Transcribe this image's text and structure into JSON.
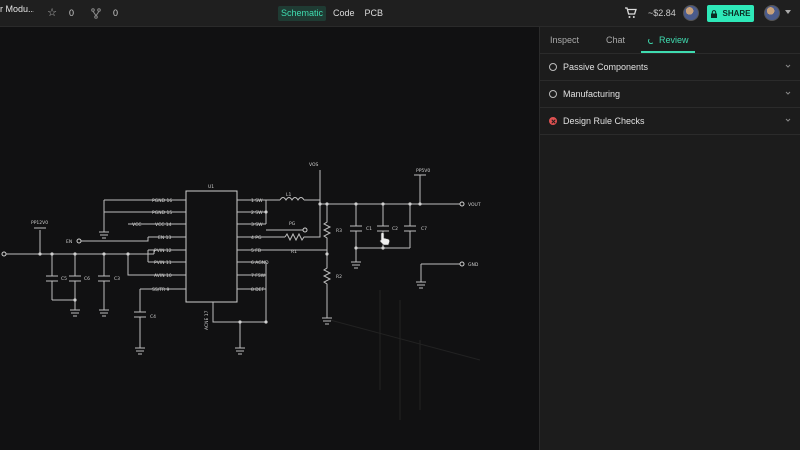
{
  "header": {
    "doc_title": "r Modu...",
    "stars": "0",
    "forks": "0",
    "view_tabs": [
      "Schematic",
      "Code",
      "PCB"
    ],
    "active_view": "Schematic",
    "price": "~$2.84",
    "share_label": "SHARE",
    "accent": "#2ee8b8"
  },
  "panel": {
    "tabs": [
      "Inspect",
      "Chat",
      "Review"
    ],
    "active_tab": "Review",
    "sections": [
      {
        "label": "Passive Components",
        "status": "ok"
      },
      {
        "label": "Manufacturing",
        "status": "ok"
      },
      {
        "label": "Design Rule Checks",
        "status": "error"
      }
    ]
  },
  "schematic": {
    "ic_ref": "U1",
    "ic_part": "ACNE 17",
    "left_pins": [
      "PGND 16",
      "PGND 15",
      "VCC 14",
      "EN 13",
      "PVIN 12",
      "PVIN 11",
      "AVIN 10",
      "SS/TR 9"
    ],
    "right_pins": [
      "1 SW",
      "2 SW",
      "3 SW",
      "4 PG",
      "5 FB",
      "6 AGND",
      "7 FSW",
      "8 DEF"
    ],
    "nets": {
      "vcc": "VCC",
      "vos": "VOS",
      "pp5v0": "PP5V0",
      "vout": "VOUT",
      "gnd": "GND",
      "pp12v0": "PP12V0",
      "en": "EN",
      "pg": "PG"
    },
    "refs": {
      "l1": "L1",
      "r1": "R1",
      "r2": "R2",
      "r3": "R3",
      "c1": "C1",
      "c2": "C2",
      "c3": "C3",
      "c4": "C4",
      "c5": "C5",
      "c6": "C6",
      "c7": "C7"
    }
  }
}
